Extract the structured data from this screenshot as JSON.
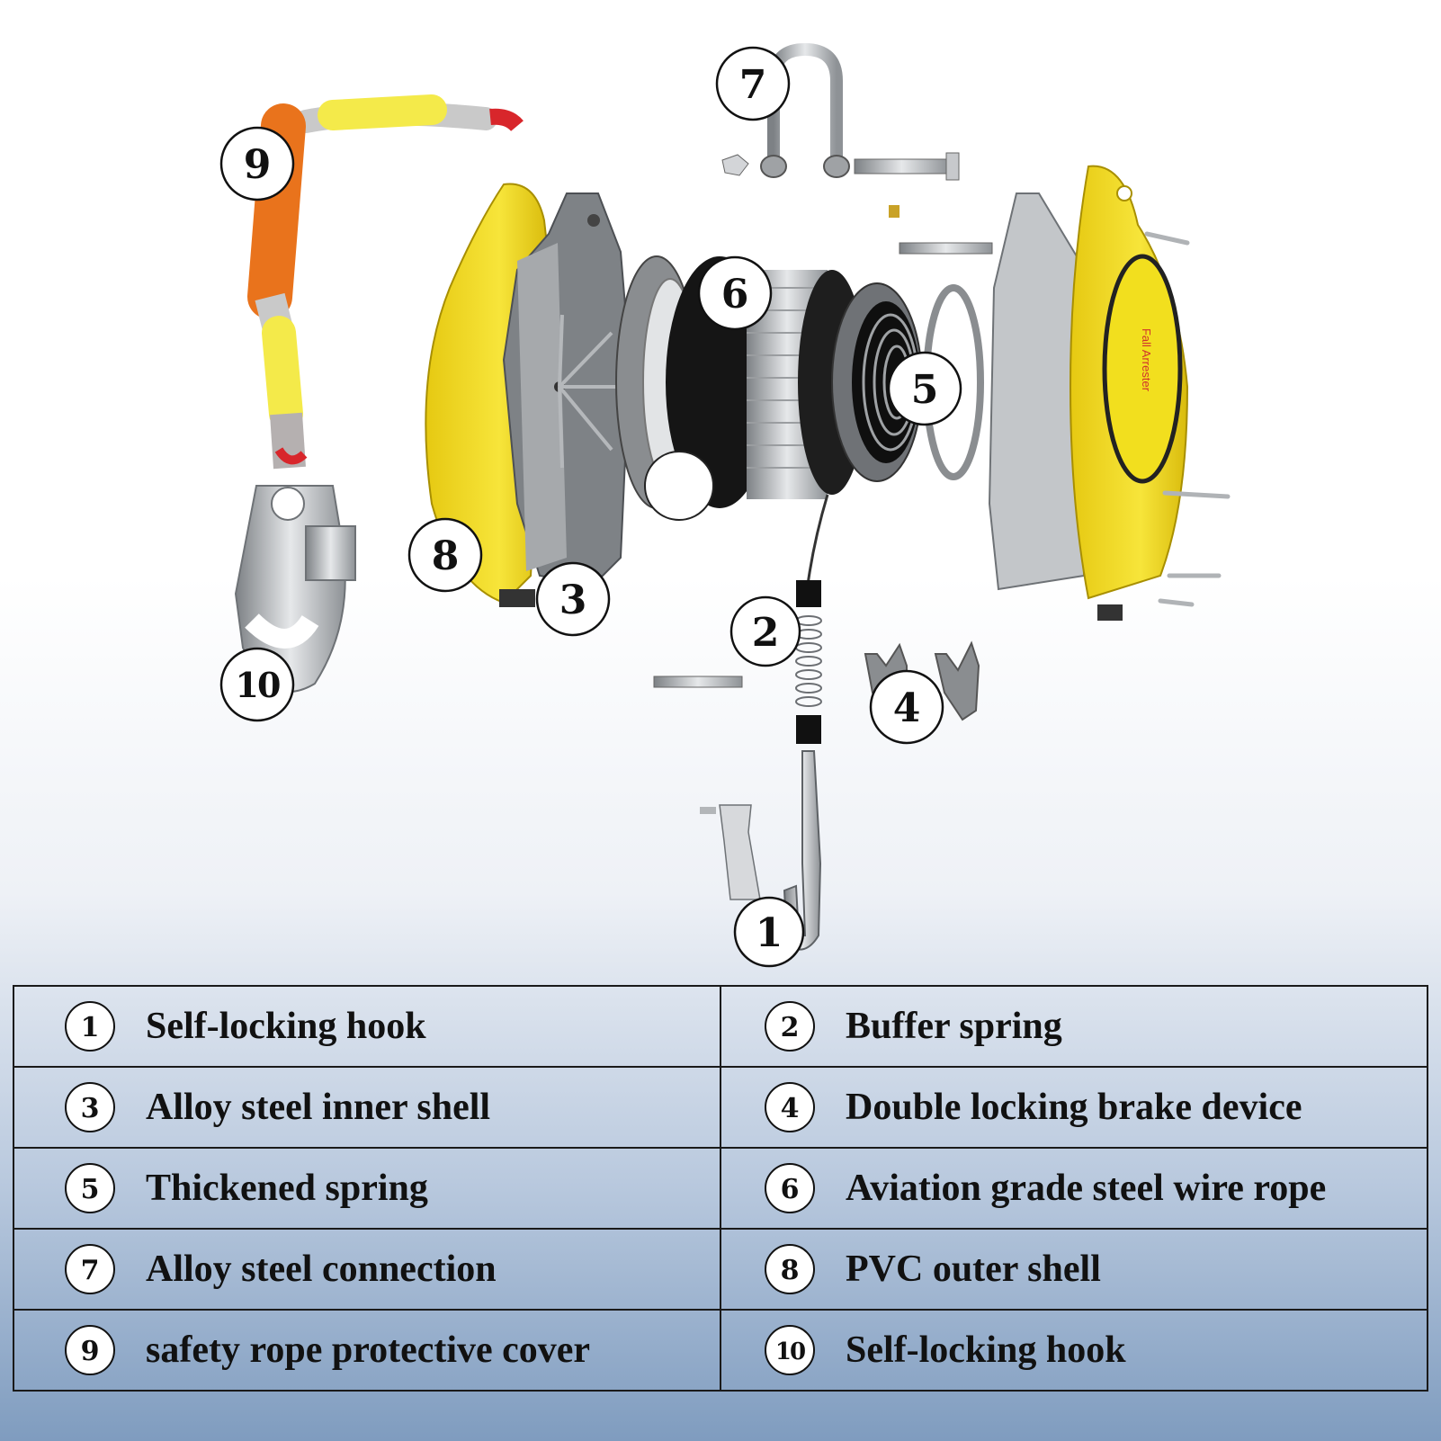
{
  "colors": {
    "shell_yellow": "#f2df1e",
    "rope_orange": "#e9731c",
    "sleeve_yellow": "#f4ea4a",
    "steel_grey": "#a8abae"
  },
  "product_label": {
    "title": "Fall Arrester"
  },
  "parts": [
    {
      "num": "1",
      "label": "Self-locking hook"
    },
    {
      "num": "2",
      "label": "Buffer spring"
    },
    {
      "num": "3",
      "label": "Alloy steel inner shell"
    },
    {
      "num": "4",
      "label": "Double locking brake device"
    },
    {
      "num": "5",
      "label": "Thickened spring"
    },
    {
      "num": "6",
      "label": "Aviation grade steel wire rope"
    },
    {
      "num": "7",
      "label": "Alloy steel connection"
    },
    {
      "num": "8",
      "label": "PVC outer shell"
    },
    {
      "num": "9",
      "label": "safety rope protective cover"
    },
    {
      "num": "10",
      "label": "Self-locking hook"
    }
  ]
}
